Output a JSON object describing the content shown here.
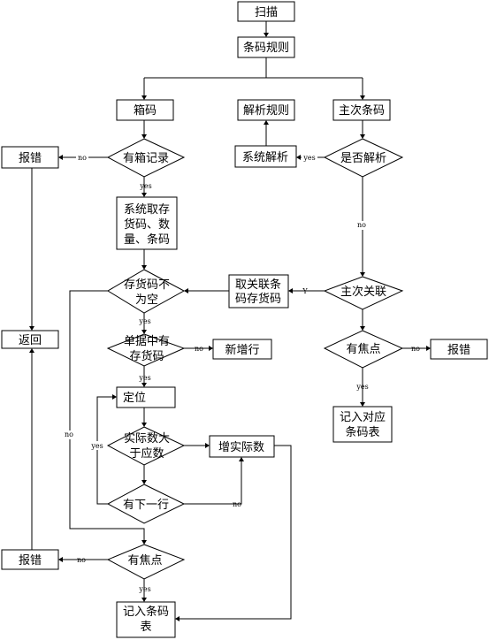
{
  "nodes": {
    "scan": "扫描",
    "barcode_rules": "条码规则",
    "box_code": "箱码",
    "parse_rules": "解析规则",
    "primary_secondary_code": "主次条码",
    "report_error_top": "报错",
    "has_box_record": "有箱记录",
    "system_parse": "系统解析",
    "whether_parse": "是否解析",
    "system_fetch_line1": "系统取存",
    "system_fetch_line2": "货码、数",
    "system_fetch_line3": "量、条码",
    "inventory_not_empty_line1": "存货码不",
    "inventory_not_empty_line2": "为空",
    "fetch_related_line1": "取关联条",
    "fetch_related_line2": "码存货码",
    "primary_secondary_link": "主次关联",
    "return": "返回",
    "doc_has_inventory_line1": "单据中有",
    "doc_has_inventory_line2": "存货码",
    "add_new_row": "新增行",
    "has_focus_right": "有焦点",
    "report_error_right": "报错",
    "locate": "定位",
    "record_mapping_line1": "记入对应",
    "record_mapping_line2": "条码表",
    "actual_gt_expected_line1": "实际数大",
    "actual_gt_expected_line2": "于应数",
    "increase_actual": "增实际数",
    "has_next_row": "有下一行",
    "has_focus_bottom": "有焦点",
    "report_error_bottom": "报错",
    "record_barcode_line1": "记入条码",
    "record_barcode_line2": "表"
  },
  "edge_labels": {
    "box_no": "no",
    "box_yes": "yes",
    "parse_yes": "yes",
    "parse_no": "no",
    "link_y": "Y",
    "inv_yes": "yes",
    "doc_no": "no",
    "doc_yes": "yes",
    "actual_yes": "yes",
    "next_no": "no",
    "loop_no": "no",
    "focus_right_no": "no",
    "focus_right_yes": "yes",
    "focus_bottom_no": "no",
    "focus_bottom_yes": "yes"
  }
}
